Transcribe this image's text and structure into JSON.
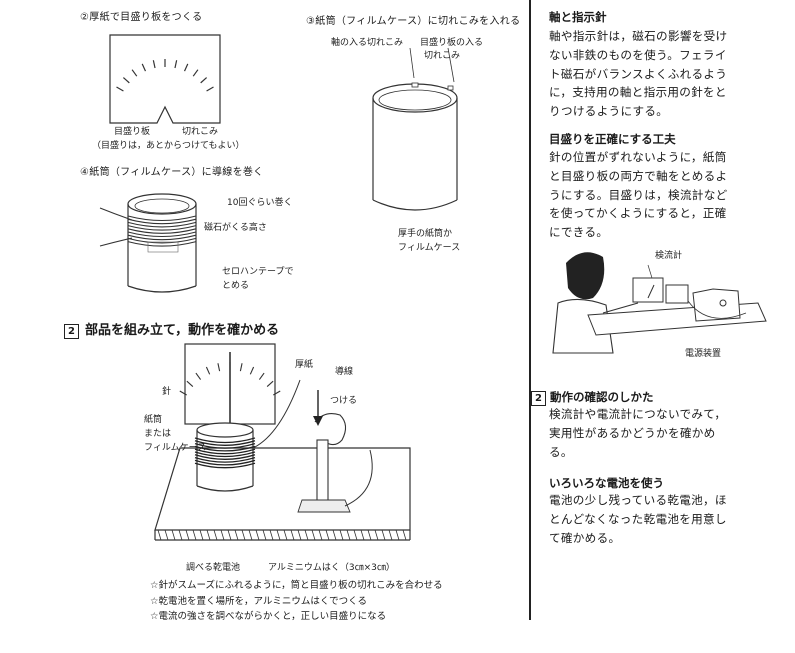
{
  "fig2": {
    "caption": "②厚紙で目盛り板をつくる",
    "label_plate": "目盛り板",
    "label_notch": "切れこみ",
    "note": "（目盛りは，あとからつけてもよい）"
  },
  "fig3": {
    "caption": "③紙筒（フィルムケース）に切れこみを入れる",
    "label_axis_notch": "軸の入る切れこみ",
    "label_plate_notch_1": "目盛り板の入る",
    "label_plate_notch_2": "切れこみ",
    "label_tube_1": "厚手の紙筒か",
    "label_tube_2": "フィルムケース"
  },
  "fig4": {
    "caption": "④紙筒（フィルムケース）に導線を巻く",
    "label_turns": "10回ぐらい巻く",
    "label_height": "磁石がくる高さ",
    "label_tape_1": "セロハンテープで",
    "label_tape_2": "とめる"
  },
  "step2": {
    "num": "2",
    "title": "部品を組み立て，動作を確かめる",
    "label_cardboard": "厚紙",
    "label_wire": "導線",
    "label_needle": "針",
    "label_attach": "つける",
    "label_tube_1": "紙筒",
    "label_tube_2": "または",
    "label_tube_3": "フィルムケース",
    "label_battery": "調べる乾電池",
    "label_foil": "アルミニウムはく（3㎝×3㎝）",
    "notes": [
      "☆針がスムーズにふれるように，筒と目盛り板の切れこみを合わせる",
      "☆乾電池を置く場所を，アルミニウムはくでつくる",
      "☆電流の強さを調べながらかくと，正しい目盛りになる"
    ]
  },
  "right": {
    "s1_title": "軸と指示針",
    "s1_lines": [
      "軸や指示針は，磁石の影響を受け",
      "ない非鉄のものを使う。フェライ",
      "ト磁石がバランスよくふれるよう",
      "に，支持用の軸と指示用の針をと",
      "りつけるようにする。"
    ],
    "s2_title": "目盛りを正確にする工夫",
    "s2_lines": [
      "針の位置がずれないように，紙筒",
      "と目盛り板の両方で軸をとめるよ",
      "うにする。目盛りは，検流計など",
      "を使ってかくようにすると，正確",
      "にできる。"
    ],
    "label_galvanometer": "検流計",
    "label_power": "電源装置",
    "s3_num": "2",
    "s3_title": "動作の確認のしかた",
    "s3_lines": [
      "検流計や電流計につないでみて，",
      "実用性があるかどうかを確かめ",
      "る。"
    ],
    "s4_title": "いろいろな電池を使う",
    "s4_lines": [
      "電池の少し残っている乾電池，ほ",
      "とんどなくなった乾電池を用意し",
      "て確かめる。"
    ]
  }
}
